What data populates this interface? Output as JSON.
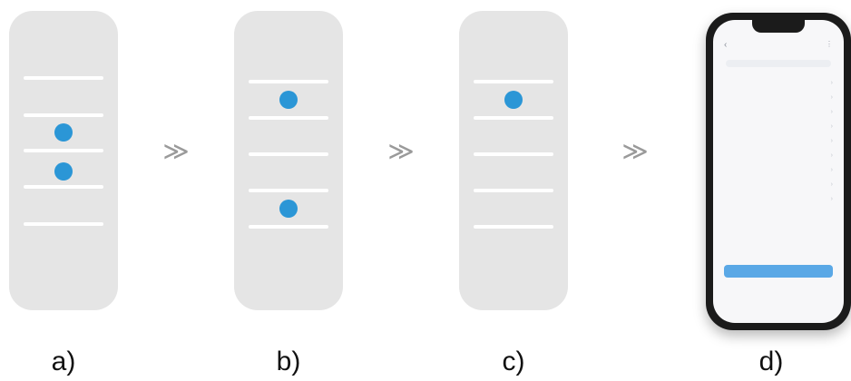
{
  "captions": [
    "a)",
    "b)",
    "c)",
    "d)"
  ],
  "arrow_glyph": "≫",
  "colors": {
    "panel": "#e5e5e5",
    "line": "#ffffff",
    "dot": "#2b96d6"
  },
  "phone": {
    "icons": {
      "back": "chevron-left-icon",
      "menu": "menu-dots-icon",
      "item": "chevron-right-icon"
    },
    "back_glyph": "‹",
    "menu_glyph": "⋮",
    "title": "",
    "items": [
      "",
      "",
      "",
      "",
      "",
      "",
      "",
      "",
      ""
    ],
    "item_glyph": "›",
    "primary_button": "",
    "secondary_link": ""
  }
}
